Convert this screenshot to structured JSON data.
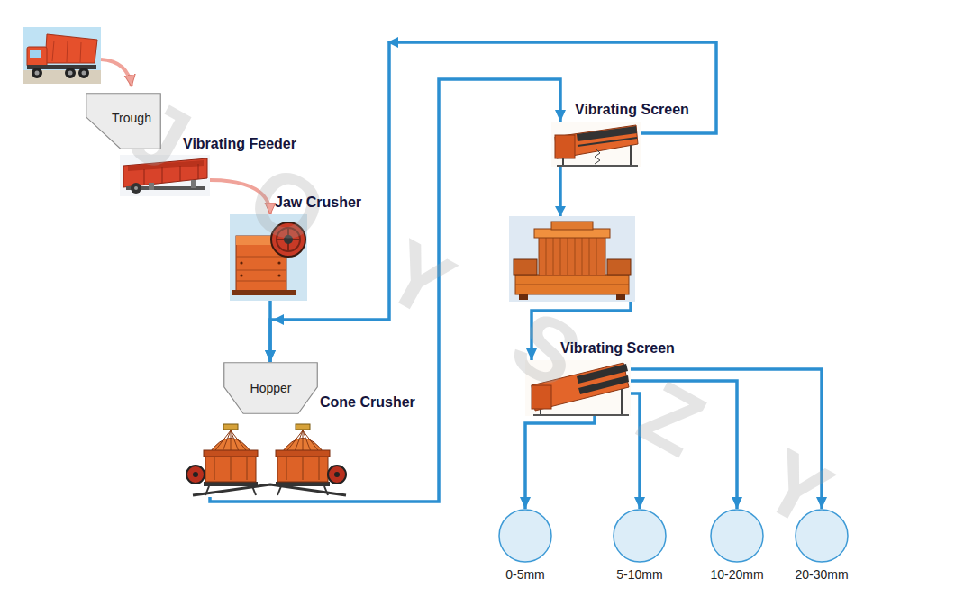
{
  "diagram": {
    "nodes": [
      {
        "text": [
          "Trough"
        ]
      },
      {
        "text": [
          "Vibrating Feeder"
        ]
      },
      {
        "text": [
          "Jaw Crusher"
        ]
      },
      {
        "text": [
          "Hopper"
        ]
      },
      {
        "text": [
          "Cone Crusher"
        ]
      },
      {
        "text": [
          "Vibrating Screen"
        ]
      },
      {
        "text": [
          "Vibrating Screen"
        ]
      },
      {
        "text": [
          "0-5mm"
        ]
      },
      {
        "text": [
          "5-10mm"
        ]
      },
      {
        "text": [
          "10-20mm"
        ]
      },
      {
        "text": [
          "20-30mm"
        ]
      }
    ],
    "edges": [
      {
        "from": 1,
        "to": 2,
        "arrow": "to"
      },
      {
        "from": 2,
        "to": 3,
        "arrow": "to"
      },
      {
        "from": 4,
        "to": 5,
        "arrow": "to"
      },
      {
        "from": 5,
        "to": 3,
        "arrow": "to"
      },
      {
        "from": 5,
        "to": 6,
        "arrow": "to"
      },
      {
        "from": 6,
        "to": 7,
        "arrow": "to"
      },
      {
        "from": 6,
        "to": 8,
        "arrow": "to"
      },
      {
        "from": 6,
        "to": 9,
        "arrow": "to"
      },
      {
        "from": 6,
        "to": 10,
        "arrow": "to"
      }
    ],
    "labels": [
      "JOYSZY"
    ]
  }
}
